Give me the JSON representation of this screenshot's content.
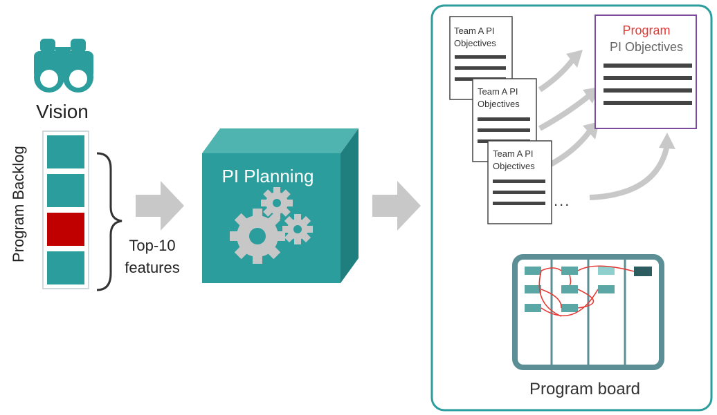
{
  "vision": {
    "label": "Vision"
  },
  "backlog": {
    "label": "Program Backlog"
  },
  "features": {
    "label_line1": "Top-10",
    "label_line2": "features"
  },
  "planning": {
    "label": "PI Planning"
  },
  "team_cards": [
    {
      "line1": "Team A PI",
      "line2": "Objectives"
    },
    {
      "line1": "Team A PI",
      "line2": "Objectives"
    },
    {
      "line1": "Team A PI",
      "line2": "Objectives"
    }
  ],
  "program_objectives": {
    "title": "Program",
    "subtitle": "PI Objectives"
  },
  "more": {
    "label": "..."
  },
  "board": {
    "label": "Program board"
  },
  "colors": {
    "teal": "#2a9d9c",
    "dark_teal": "#1f7f7e",
    "red": "#c00000",
    "gray_arrow": "#c8c8c8",
    "purple_border": "#7b4b9e"
  }
}
